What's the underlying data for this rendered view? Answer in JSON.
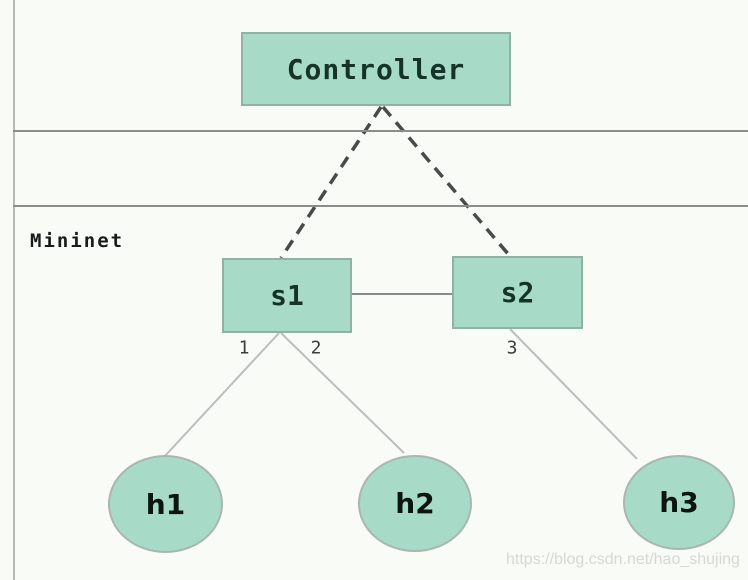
{
  "labels": {
    "zone": "Mininet",
    "watermark": "https://blog.csdn.net/hao_shujing"
  },
  "nodes": {
    "controller": {
      "label": "Controller",
      "type": "controller"
    },
    "s1": {
      "label": "s1",
      "type": "switch"
    },
    "s2": {
      "label": "s2",
      "type": "switch"
    },
    "h1": {
      "label": "h1",
      "type": "host"
    },
    "h2": {
      "label": "h2",
      "type": "host"
    },
    "h3": {
      "label": "h3",
      "type": "host"
    }
  },
  "ports": {
    "s1_port1": "1",
    "s1_port2": "2",
    "s2_port3": "3"
  },
  "links": {
    "control": [
      {
        "from": "controller",
        "to": "s1",
        "style": "dashed"
      },
      {
        "from": "controller",
        "to": "s2",
        "style": "dashed"
      }
    ],
    "data": [
      {
        "from": "s1",
        "to": "s2",
        "style": "solid"
      },
      {
        "from": "s1",
        "to": "h1",
        "style": "solid",
        "port": "1"
      },
      {
        "from": "s1",
        "to": "h2",
        "style": "solid",
        "port": "2"
      },
      {
        "from": "s2",
        "to": "h3",
        "style": "solid",
        "port": "3"
      }
    ]
  },
  "colors": {
    "background": "#f9fbf7",
    "node_fill": "#a7dbc8",
    "node_border": "#93b0a5",
    "host_border": "#aab6b0",
    "box_text": "#16332a",
    "host_text": "#0c1512",
    "dashed_link": "#4a4a4a",
    "switch_link": "#8a8a8a",
    "host_link": "#bdbdbd",
    "rule_line": "#8b8d89",
    "watermark_text": "#d7d7d4"
  }
}
